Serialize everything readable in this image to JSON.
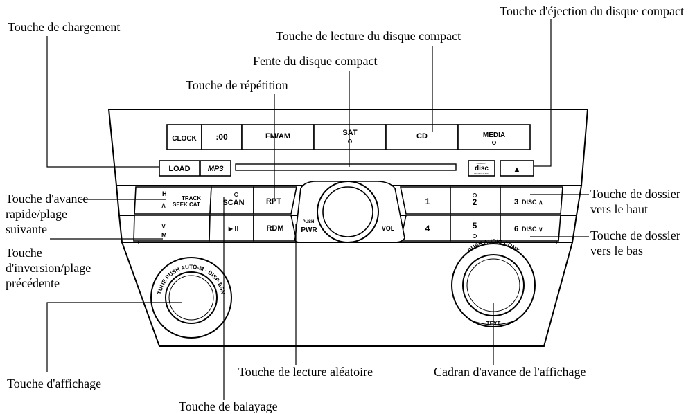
{
  "callouts": {
    "eject": "Touche d'éjection du disque compact",
    "load": "Touche de chargement",
    "cd_play": "Touche de lecture du disque compact",
    "slot": "Fente du disque compact",
    "repeat": "Touche de répétition",
    "ff_1": "Touche d'avance",
    "ff_2": "rapide/plage",
    "ff_3": "suivante",
    "rev_1": "Touche",
    "rev_2": "d'inversion/plage",
    "rev_3": "précédente",
    "display": "Touche d'affichage",
    "scan": "Touche de balayage",
    "random": "Touche de lecture aléatoire",
    "scroll": "Cadran d'avance de l'affichage",
    "folder_up_1": "Touche de dossier",
    "folder_up_2": "vers le haut",
    "folder_down_1": "Touche de dossier",
    "folder_down_2": "vers le bas"
  },
  "buttons": {
    "clock": "CLOCK",
    "zero": ":00",
    "fmam": "FM/AM",
    "sat": "SAT",
    "cd": "CD",
    "media": "MEDIA",
    "load": "LOAD",
    "mp3": "MP3",
    "eject": "▲",
    "track_h": "H",
    "track": "TRACK",
    "seekcat": "SEEK CAT",
    "up_arrow": "∧",
    "scan": "SCAN",
    "rpt": "RPT",
    "p1": "1",
    "p2": "2",
    "p3": "3",
    "disc_up": "DISC ∧",
    "down_arrow": "∨",
    "track_m": "M",
    "playpause": "►II",
    "rdm": "RDM",
    "push": "PUSH",
    "pwr": "PWR",
    "vol": "VOL",
    "p4": "4",
    "p5": "5",
    "p6": "6",
    "disc_down": "DISC ∨",
    "disc_logo_1": "disc",
    "disc_logo_2": "COMPACT",
    "disc_logo_3": "DIGITAL AUDIO"
  },
  "knobs": {
    "left_ring": "TUNE PUSH AUTO-M · DISP·ESN",
    "right_top": "PUSH AUDIO CONT",
    "right_bottom": "TEXT"
  }
}
